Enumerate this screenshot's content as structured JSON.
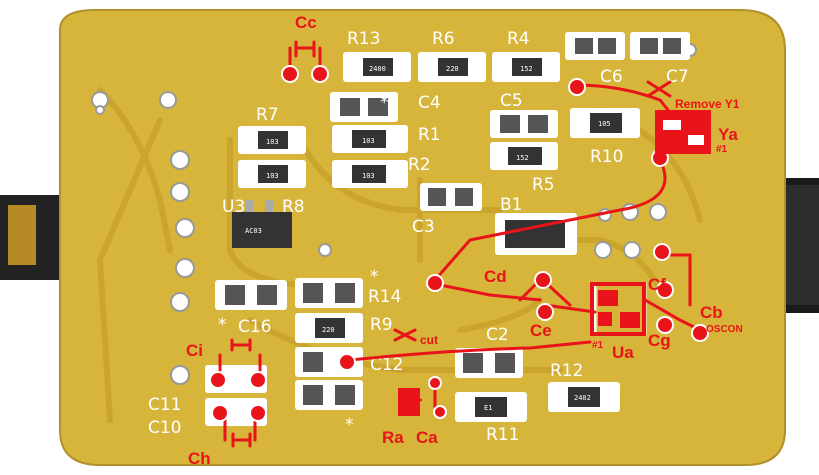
{
  "silkscreen": {
    "r13": "R13",
    "r6": "R6",
    "r4": "R4",
    "r7": "R7",
    "c4": "C4",
    "r1": "R1",
    "c5": "C5",
    "c6": "C6",
    "c7": "C7",
    "r2": "R2",
    "r10": "R10",
    "r5": "R5",
    "u3": "U3",
    "r8": "R8",
    "c3": "C3",
    "b1": "B1",
    "r14": "R14",
    "c16": "C16",
    "r9": "R9",
    "c12": "C12",
    "c2": "C2",
    "r12": "R12",
    "c11": "C11",
    "c10": "C10",
    "r11": "R11",
    "star": "*",
    "pin1_left": "#1"
  },
  "chip_codes": {
    "r13": "2400",
    "r6": "220",
    "r4": "152",
    "r7": "103",
    "r1": "103",
    "r2": "103",
    "r10": "105",
    "r5": "152",
    "u3": "AC03",
    "r9": "220",
    "r11": "E1",
    "r12": "2402"
  },
  "annotations": {
    "cc": "Cc",
    "remove_y1": "Remove Y1",
    "ya": "Ya",
    "ya_pin": "#1",
    "cd": "Cd",
    "ce": "Ce",
    "cf": "Cf",
    "cb": "Cb",
    "oscon": "OSCON",
    "cg": "Cg",
    "ua": "Ua",
    "ua_pin": "#1",
    "cut": "cut",
    "ci": "Ci",
    "ch": "Ch",
    "ra": "Ra",
    "ca": "Ca"
  },
  "colors": {
    "board": "#d7b53a",
    "trace": "#c9a32b",
    "annotation_red": "#e8141a",
    "pad": "#ffffff"
  }
}
